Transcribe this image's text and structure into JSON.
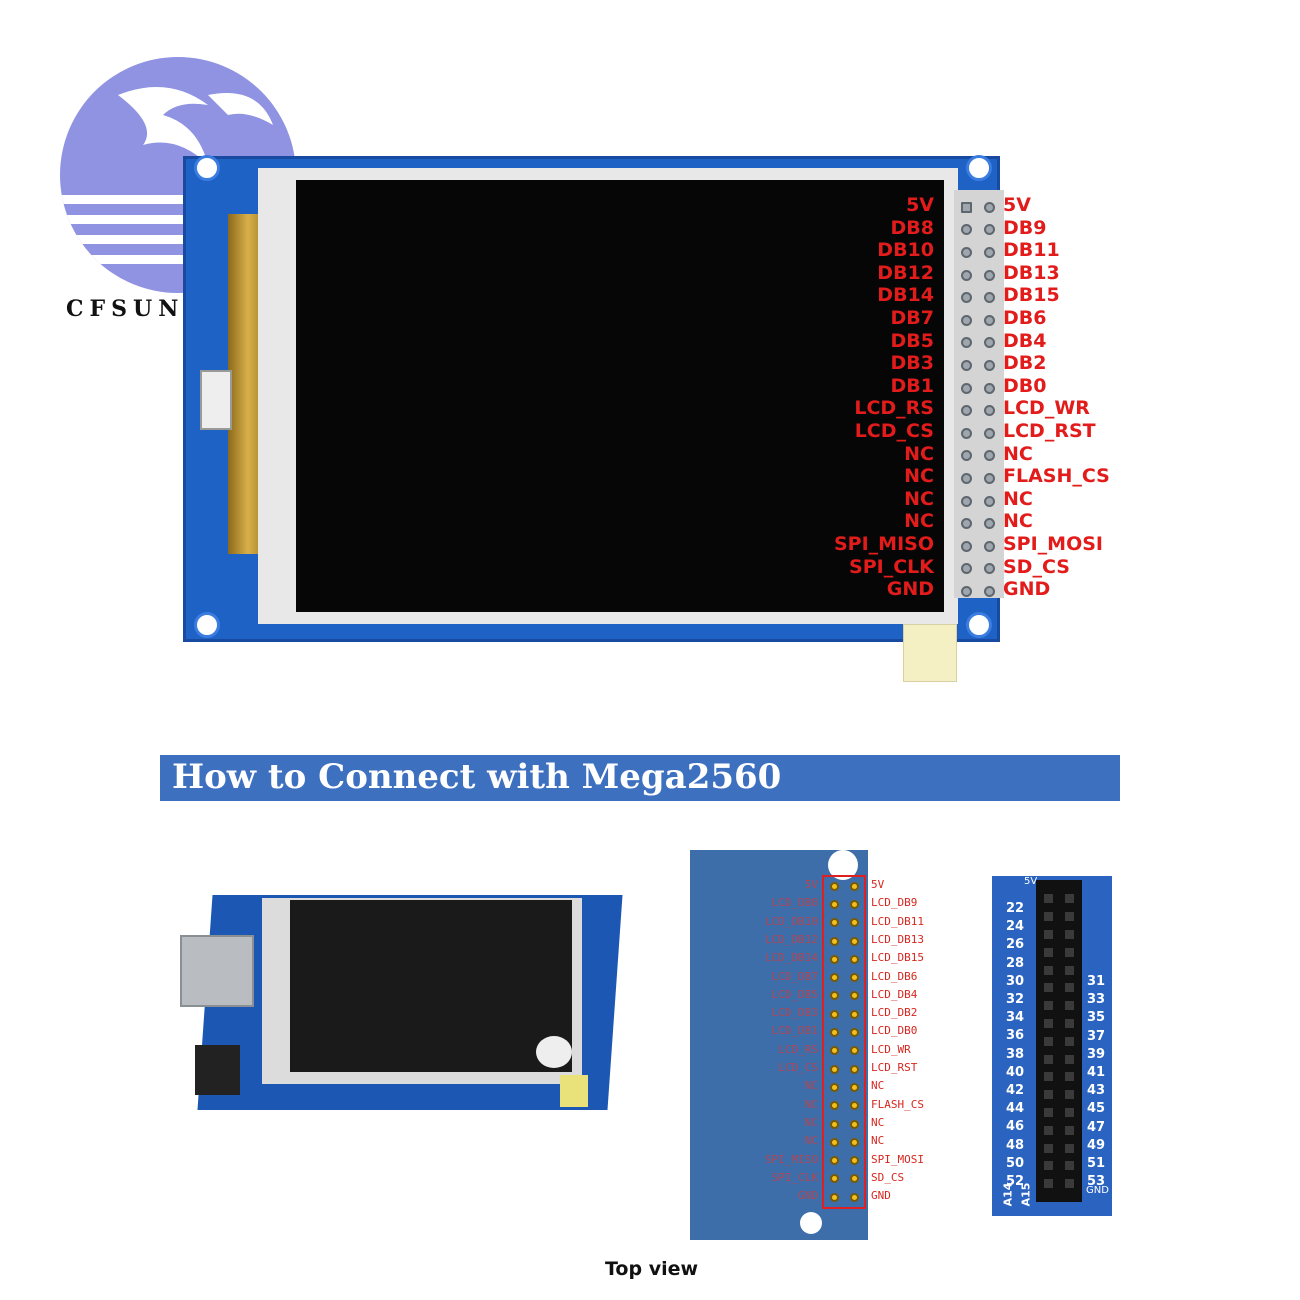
{
  "brand": {
    "name": "CFSUNBIRD"
  },
  "top_pinout": {
    "left_labels": [
      "5V",
      "DB8",
      "DB10",
      "DB12",
      "DB14",
      "DB7",
      "DB5",
      "DB3",
      "DB1",
      "LCD_RS",
      "LCD_CS",
      "NC",
      "NC",
      "NC",
      "NC",
      "SPI_MISO",
      "SPI_CLK",
      "GND"
    ],
    "right_labels": [
      "5V",
      "DB9",
      "DB11",
      "DB13",
      "DB15",
      "DB6",
      "DB4",
      "DB2",
      "DB0",
      "LCD_WR",
      "LCD_RST",
      "NC",
      "FLASH_CS",
      "NC",
      "NC",
      "SPI_MOSI",
      "SD_CS",
      "GND"
    ]
  },
  "banner": {
    "title": "How to Connect with Mega2560"
  },
  "bottom_pinout": {
    "left_labels": [
      "5V",
      "LCD_DB8",
      "LCD_DB10",
      "LCD_DB12",
      "LCD_DB14",
      "LCD_DB7",
      "LCD_DB5",
      "LCD_DB3",
      "LCD_DB1",
      "LCD_RS",
      "LCD_CS",
      "NC",
      "NC",
      "NC",
      "NC",
      "SPI_MISO",
      "SPI_CLK",
      "GND"
    ],
    "right_labels": [
      "5V",
      "LCD_DB9",
      "LCD_DB11",
      "LCD_DB13",
      "LCD_DB15",
      "LCD_DB6",
      "LCD_DB4",
      "LCD_DB2",
      "LCD_DB0",
      "LCD_WR",
      "LCD_RST",
      "NC",
      "FLASH_CS",
      "NC",
      "NC",
      "SPI_MOSI",
      "SD_CS",
      "GND"
    ],
    "caption": "Top view"
  },
  "mega_header": {
    "top_label": "5V",
    "even_numbers": [
      "22",
      "24",
      "26",
      "28",
      "30",
      "32",
      "34",
      "36",
      "38",
      "40",
      "42",
      "44",
      "46",
      "48",
      "50",
      "52"
    ],
    "odd_numbers": [
      "31",
      "33",
      "35",
      "37",
      "39",
      "41",
      "43",
      "45",
      "47",
      "49",
      "51",
      "53"
    ],
    "bottom_label": "GND",
    "analog_labels": [
      "A14",
      "A15"
    ]
  },
  "colors": {
    "label_red": "#e21b1b",
    "board_blue": "#1f62c6",
    "banner_blue": "#3e70c0"
  }
}
